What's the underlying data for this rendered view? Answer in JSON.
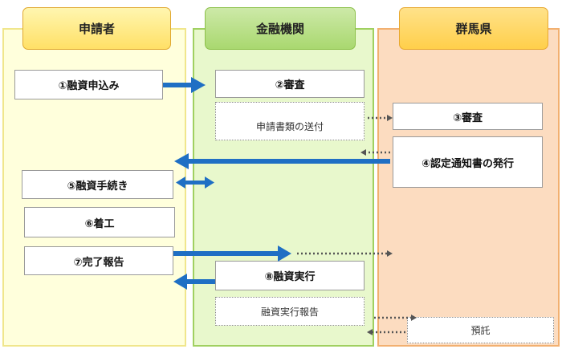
{
  "columns": {
    "applicant": "申請者",
    "bank": "金融機関",
    "prefecture": "群馬県"
  },
  "applicant": {
    "step1": "①融資申込み",
    "step5": "⑤融資手続き",
    "step6": "⑥着工",
    "step7": "⑦完了報告"
  },
  "bank": {
    "step2": "②審査",
    "send_docs": "申請書類の送付",
    "step8": "⑧融資実行",
    "exec_report": "融資実行報告"
  },
  "prefecture": {
    "step3": "③審査",
    "step4": "④認定通知書の発行",
    "deposit": "預託"
  },
  "colors": {
    "applicant-bg": "#ffffdc",
    "applicant-border": "#f0e68c",
    "applicant-head": "#ffe066",
    "applicant-head-border": "#e0a830",
    "bank-bg": "#e8f8cc",
    "bank-border": "#a0d060",
    "bank-head": "#a9d86f",
    "bank-head-border": "#8cc04a",
    "pref-bg": "#fcdcc0",
    "pref-border": "#f2b070",
    "pref-head": "#ffcf4a",
    "pref-head-border": "#e8a830",
    "arrow-blue": "#1f6fc4",
    "arrow-dotted": "#555555"
  }
}
